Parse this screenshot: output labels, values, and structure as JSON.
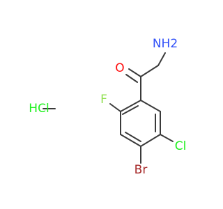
{
  "molecule": {
    "atoms": {
      "amine": {
        "symbol": "NH2"
      },
      "oxygen": {
        "symbol": "O"
      },
      "fluorine": {
        "symbol": "F"
      },
      "chlorine": {
        "symbol": "Cl"
      },
      "bromine": {
        "symbol": "Br"
      }
    },
    "salt": {
      "text": "HCl"
    }
  },
  "colors": {
    "bond": "#3a3a3a",
    "nitrogen": "#3050f8",
    "oxygen": "#ff0d0d",
    "fluorine": "#90e050",
    "chlorine": "#1ff01f",
    "bromine": "#a62929",
    "salt": "#1ff01f"
  }
}
